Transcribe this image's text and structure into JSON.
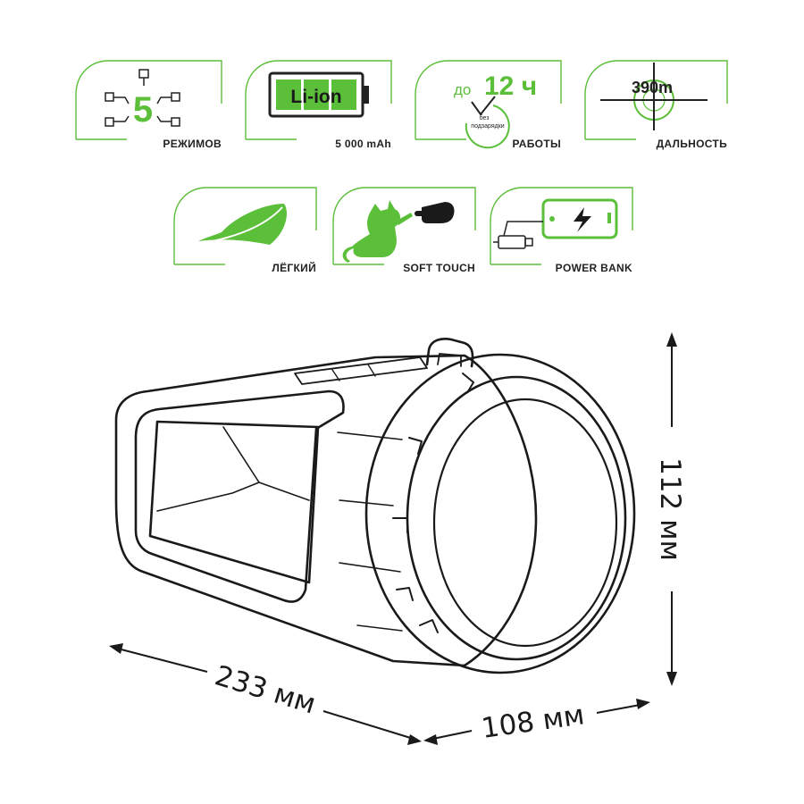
{
  "features": {
    "modes": {
      "number": "5",
      "label": "РЕЖИМОВ"
    },
    "battery": {
      "chem": "Li-ion",
      "label": "5 000 mAh"
    },
    "runtime": {
      "prefix": "до",
      "hours": "12 ч",
      "note1": "без",
      "note2": "подзарядки",
      "label": "РАБОТЫ"
    },
    "range": {
      "value": "390m",
      "label": "ДАЛЬНОСТЬ"
    },
    "light": {
      "label": "ЛЁГКИЙ"
    },
    "soft": {
      "label": "SOFT TOUCH"
    },
    "powerbank": {
      "label": "POWER BANK"
    }
  },
  "dimensions": {
    "length": "233 мм",
    "width": "108 мм",
    "height": "112 мм"
  },
  "colors": {
    "accent": "#5cbf3a",
    "line": "#1a1a1a"
  }
}
